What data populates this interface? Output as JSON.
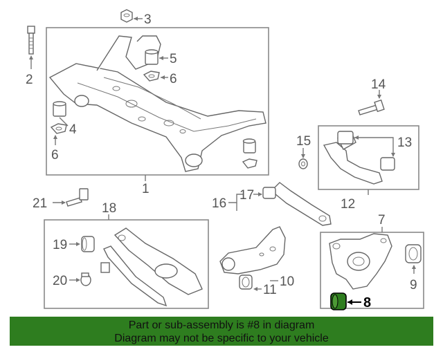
{
  "callouts": {
    "c1": "1",
    "c2": "2",
    "c3": "3",
    "c4": "4",
    "c5": "5",
    "c6a": "6",
    "c6b": "6",
    "c7": "7",
    "c8": "8",
    "c9": "9",
    "c10": "10",
    "c11": "11",
    "c12": "12",
    "c13": "13",
    "c14": "14",
    "c15": "15",
    "c16": "16",
    "c17": "17",
    "c18": "18",
    "c19": "19",
    "c20": "20",
    "c21": "21"
  },
  "highlight_color": "#2e7d1f",
  "banner": {
    "line1": "Part or sub-assembly is #8 in diagram",
    "line2": "Diagram may not be specific to your vehicle"
  }
}
